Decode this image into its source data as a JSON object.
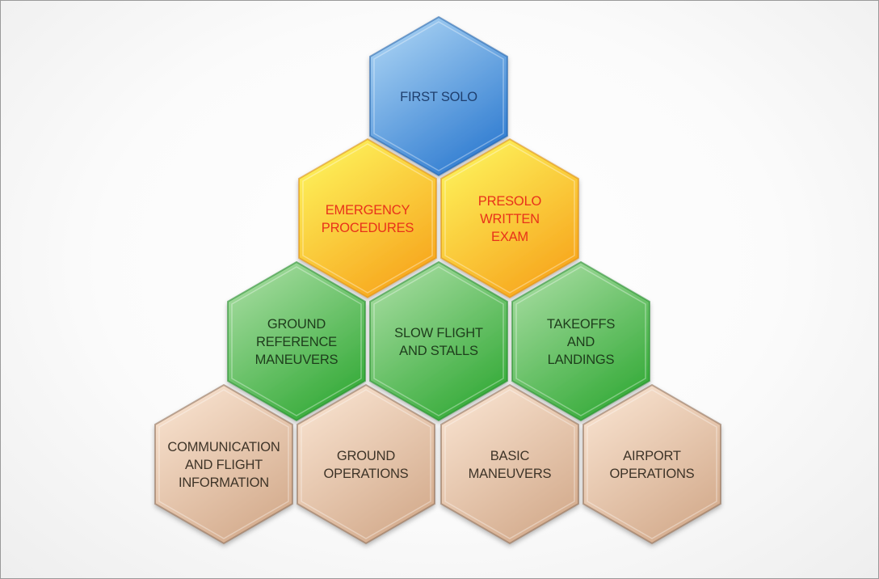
{
  "colors": {
    "blue_text": "#1f3f6e",
    "yellow_text": "#e8321a",
    "green_text": "#1e3d1c",
    "tan_text": "#3e3428",
    "blue_light": "#a9d2f3",
    "blue_dark": "#2a78cf",
    "yellow_light": "#fdf35c",
    "yellow_dark": "#f7a21a",
    "green_light": "#a6dca0",
    "green_dark": "#2fa833",
    "tan_light": "#f8e2cf",
    "tan_dark": "#d2a98a"
  },
  "diagram": {
    "hexagons": [
      {
        "id": "first-solo",
        "tier": "top",
        "lines": [
          "FIRST SOLO"
        ]
      },
      {
        "id": "emergency-procedures",
        "tier": "yellow",
        "lines": [
          "EMERGENCY",
          "PROCEDURES"
        ]
      },
      {
        "id": "presolo-written-exam",
        "tier": "yellow",
        "lines": [
          "PRESOLO",
          "WRITTEN",
          "EXAM"
        ]
      },
      {
        "id": "ground-reference-maneuvers",
        "tier": "green",
        "lines": [
          "GROUND",
          "REFERENCE",
          "MANEUVERS"
        ]
      },
      {
        "id": "slow-flight-and-stalls",
        "tier": "green",
        "lines": [
          "SLOW FLIGHT",
          "AND STALLS"
        ]
      },
      {
        "id": "takeoffs-and-landings",
        "tier": "green",
        "lines": [
          "TAKEOFFS",
          "AND",
          "LANDINGS"
        ]
      },
      {
        "id": "communication-and-flight-information",
        "tier": "tan",
        "lines": [
          "COMMUNICATION",
          "AND FLIGHT",
          "INFORMATION"
        ]
      },
      {
        "id": "ground-operations",
        "tier": "tan",
        "lines": [
          "GROUND",
          "OPERATIONS"
        ]
      },
      {
        "id": "basic-maneuvers",
        "tier": "tan",
        "lines": [
          "BASIC",
          "MANEUVERS"
        ]
      },
      {
        "id": "airport-operations",
        "tier": "tan",
        "lines": [
          "AIRPORT",
          "OPERATIONS"
        ]
      }
    ]
  }
}
